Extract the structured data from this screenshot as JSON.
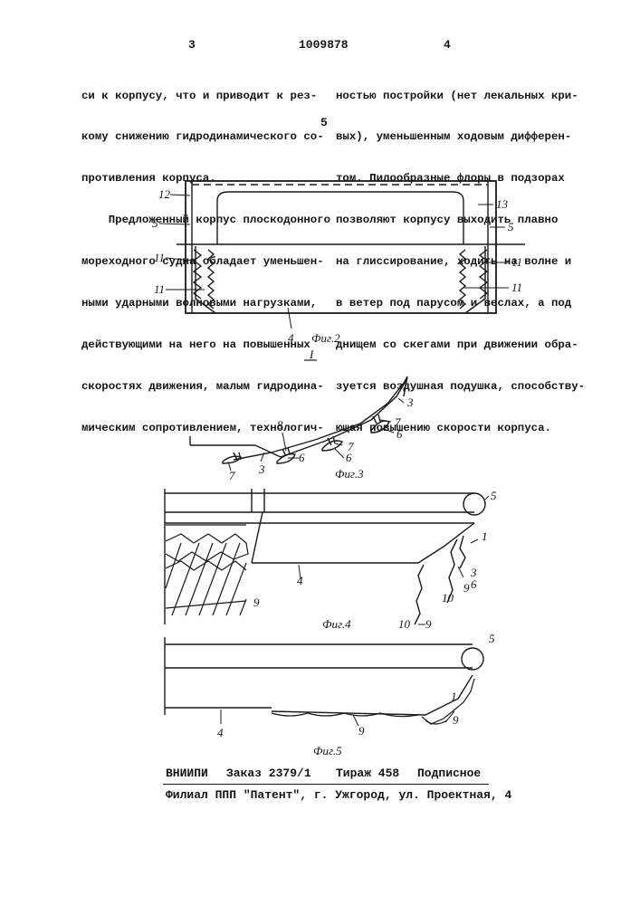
{
  "header": {
    "page_left": "3",
    "patent_no": "1009878",
    "page_right": "4"
  },
  "text": {
    "left_col": [
      "си к корпусу, что и приводит к рез-",
      "кому снижению гидродинамического со-",
      "противления корпуса.",
      "    Предложенный корпус плоскодонного",
      "мореходного судна обладает уменьшен-",
      "ными ударными волновыми нагрузками,",
      "действующими на него на повышенных",
      "скоростях движения, малым гидродина-",
      "мическим сопротивлением, технологич-"
    ],
    "line_number": "5",
    "right_col": [
      "ностью постройки (нет лекальных кри-",
      "вых), уменьшенным ходовым дифферен-",
      "том. Пилообразные флоры в подзорах",
      "позволяют корпусу выходить плавно",
      "на глиссирование, ходить на волне и",
      "в ветер под парусом и веслах, а под",
      "днищем со скегами при движении обра-",
      "зуется воздушная подушка, способству-",
      "ющая повышению скорости корпуса."
    ]
  },
  "figures": {
    "fig2": {
      "caption": "Фиг.2",
      "section_mark": "I",
      "labels": {
        "l12": "12",
        "l13": "13",
        "l5a": "5",
        "l5b": "5",
        "l11a": "11",
        "l11b": "11",
        "l11c": "11",
        "l11d": "11",
        "l4": "4"
      }
    },
    "fig3": {
      "caption": "Фиг.3",
      "labels": {
        "l3a": "3",
        "l7a": "7",
        "l6a": "6",
        "l8": "8",
        "l7b": "7",
        "l6b": "6",
        "l7c": "7",
        "l3b": "3"
      }
    },
    "fig4": {
      "caption": "Фиг.4",
      "labels": {
        "l5": "5",
        "l1": "1",
        "l3": "3",
        "l6": "6",
        "l9a": "9",
        "l9b": "9",
        "l9c": "9",
        "l10a": "10",
        "l10b": "10",
        "l4": "4"
      }
    },
    "fig5": {
      "caption": "Фиг.5",
      "labels": {
        "l5": "5",
        "l1": "1",
        "l9a": "9",
        "l9b": "9",
        "l4": "4"
      }
    }
  },
  "footer": {
    "org": "ВНИИПИ",
    "order": "Заказ 2379/1",
    "circulation": "Тираж 458",
    "subscription": "Подписное",
    "branch": "Филиал ППП \"Патент\", г. Ужгород, ул. Проектная, 4"
  }
}
